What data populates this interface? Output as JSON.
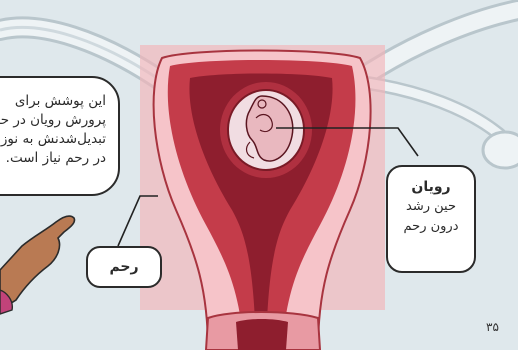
{
  "speech_bubble": {
    "lines": [
      "این پوشش برای",
      "پرورش رویان در حال",
      "تبدیل‌شدنش به نوزاد",
      "در رحم نیاز است."
    ]
  },
  "labels": {
    "uterus": "رحم",
    "embryo_title": "رویان",
    "embryo_line1": "حین رشد",
    "embryo_line2": "درون رحم"
  },
  "page_number": "۳۵",
  "colors": {
    "background": "#dfe8ec",
    "uterus_glow": "#f2b3b9",
    "uterus_wall": "#f6c4c9",
    "lining": "#c43c4a",
    "cavity": "#8e1e2e",
    "amniotic_sac": "#f1dde2",
    "skin": "#b97a53"
  }
}
